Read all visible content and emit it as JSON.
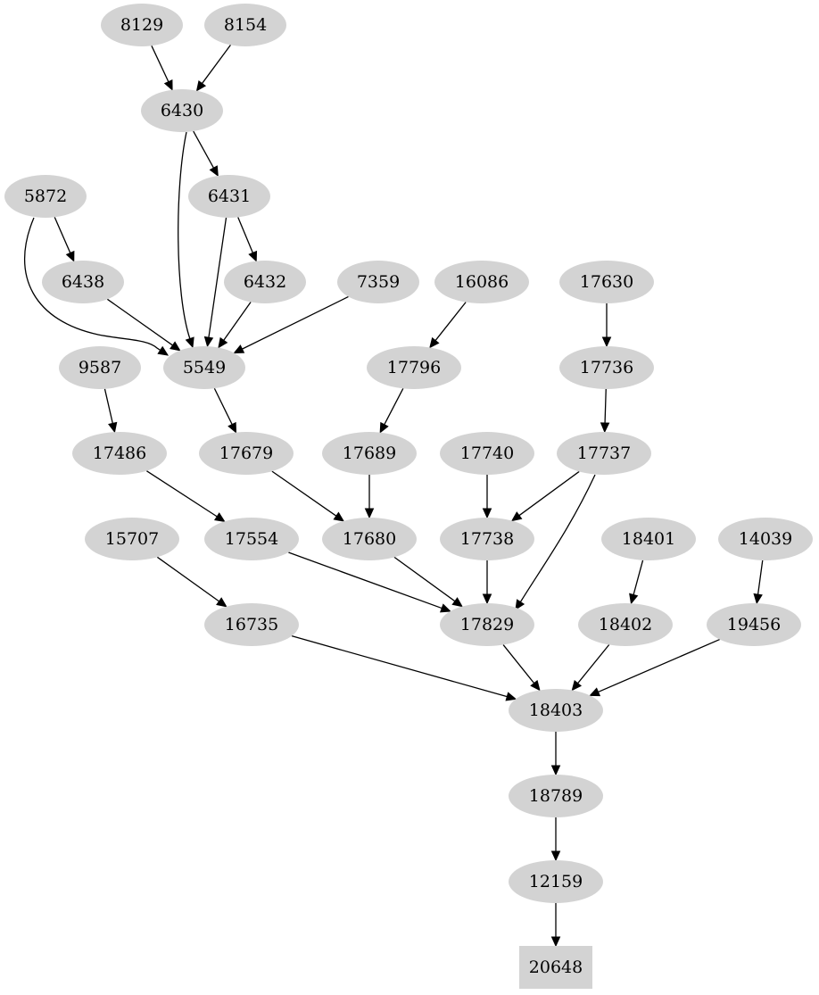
{
  "graph": {
    "nodes": [
      {
        "id": "8129",
        "label": "8129",
        "shape": "ellipse"
      },
      {
        "id": "8154",
        "label": "8154",
        "shape": "ellipse"
      },
      {
        "id": "6430",
        "label": "6430",
        "shape": "ellipse"
      },
      {
        "id": "5872",
        "label": "5872",
        "shape": "ellipse"
      },
      {
        "id": "6431",
        "label": "6431",
        "shape": "ellipse"
      },
      {
        "id": "6438",
        "label": "6438",
        "shape": "ellipse"
      },
      {
        "id": "6432",
        "label": "6432",
        "shape": "ellipse"
      },
      {
        "id": "7359",
        "label": "7359",
        "shape": "ellipse"
      },
      {
        "id": "16086",
        "label": "16086",
        "shape": "ellipse"
      },
      {
        "id": "17630",
        "label": "17630",
        "shape": "ellipse"
      },
      {
        "id": "9587",
        "label": "9587",
        "shape": "ellipse"
      },
      {
        "id": "5549",
        "label": "5549",
        "shape": "ellipse"
      },
      {
        "id": "17796",
        "label": "17796",
        "shape": "ellipse"
      },
      {
        "id": "17736",
        "label": "17736",
        "shape": "ellipse"
      },
      {
        "id": "17486",
        "label": "17486",
        "shape": "ellipse"
      },
      {
        "id": "17679",
        "label": "17679",
        "shape": "ellipse"
      },
      {
        "id": "17689",
        "label": "17689",
        "shape": "ellipse"
      },
      {
        "id": "17740",
        "label": "17740",
        "shape": "ellipse"
      },
      {
        "id": "17737",
        "label": "17737",
        "shape": "ellipse"
      },
      {
        "id": "15707",
        "label": "15707",
        "shape": "ellipse"
      },
      {
        "id": "17554",
        "label": "17554",
        "shape": "ellipse"
      },
      {
        "id": "17680",
        "label": "17680",
        "shape": "ellipse"
      },
      {
        "id": "17738",
        "label": "17738",
        "shape": "ellipse"
      },
      {
        "id": "18401",
        "label": "18401",
        "shape": "ellipse"
      },
      {
        "id": "14039",
        "label": "14039",
        "shape": "ellipse"
      },
      {
        "id": "16735",
        "label": "16735",
        "shape": "ellipse"
      },
      {
        "id": "17829",
        "label": "17829",
        "shape": "ellipse"
      },
      {
        "id": "18402",
        "label": "18402",
        "shape": "ellipse"
      },
      {
        "id": "19456",
        "label": "19456",
        "shape": "ellipse"
      },
      {
        "id": "18403",
        "label": "18403",
        "shape": "ellipse"
      },
      {
        "id": "18789",
        "label": "18789",
        "shape": "ellipse"
      },
      {
        "id": "12159",
        "label": "12159",
        "shape": "ellipse"
      },
      {
        "id": "20648",
        "label": "20648",
        "shape": "box"
      }
    ],
    "edges": [
      {
        "from": "8129",
        "to": "6430"
      },
      {
        "from": "8154",
        "to": "6430"
      },
      {
        "from": "6430",
        "to": "6431"
      },
      {
        "from": "6430",
        "to": "5549"
      },
      {
        "from": "6431",
        "to": "6432"
      },
      {
        "from": "6431",
        "to": "5549"
      },
      {
        "from": "5872",
        "to": "6438"
      },
      {
        "from": "5872",
        "to": "5549"
      },
      {
        "from": "6438",
        "to": "5549"
      },
      {
        "from": "6432",
        "to": "5549"
      },
      {
        "from": "7359",
        "to": "5549"
      },
      {
        "from": "16086",
        "to": "17796"
      },
      {
        "from": "17630",
        "to": "17736"
      },
      {
        "from": "9587",
        "to": "17486"
      },
      {
        "from": "5549",
        "to": "17679"
      },
      {
        "from": "17796",
        "to": "17689"
      },
      {
        "from": "17736",
        "to": "17737"
      },
      {
        "from": "17486",
        "to": "17554"
      },
      {
        "from": "17679",
        "to": "17680"
      },
      {
        "from": "17689",
        "to": "17680"
      },
      {
        "from": "17740",
        "to": "17738"
      },
      {
        "from": "17737",
        "to": "17738"
      },
      {
        "from": "17737",
        "to": "17829"
      },
      {
        "from": "15707",
        "to": "16735"
      },
      {
        "from": "17554",
        "to": "17829"
      },
      {
        "from": "17680",
        "to": "17829"
      },
      {
        "from": "17738",
        "to": "17829"
      },
      {
        "from": "18401",
        "to": "18402"
      },
      {
        "from": "14039",
        "to": "19456"
      },
      {
        "from": "16735",
        "to": "18403"
      },
      {
        "from": "17829",
        "to": "18403"
      },
      {
        "from": "18402",
        "to": "18403"
      },
      {
        "from": "19456",
        "to": "18403"
      },
      {
        "from": "18403",
        "to": "18789"
      },
      {
        "from": "18789",
        "to": "12159"
      },
      {
        "from": "12159",
        "to": "20648"
      }
    ]
  },
  "colors": {
    "node_fill": "#d3d3d3",
    "edge": "#000000",
    "label": "#000000",
    "background": "#ffffff"
  }
}
